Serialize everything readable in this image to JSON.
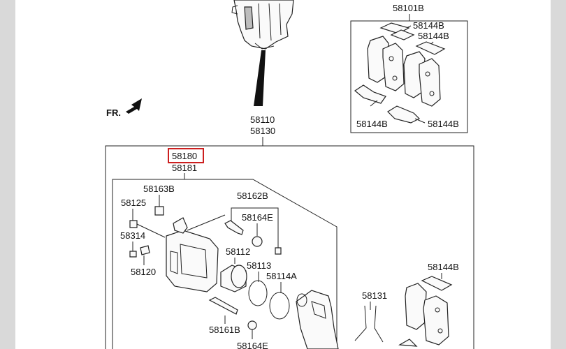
{
  "diagram": {
    "highlight_color": "#cc1f1f",
    "direction_label": "FR.",
    "labels": {
      "pad_kit": "58101B",
      "clip_a": "58144B",
      "clip_b": "58144B",
      "clip_c": "58144B",
      "clip_d": "58144B",
      "clip_e": "58144B",
      "caliper_lh": "58110",
      "caliper_rh": "58130",
      "caliper_assy": "58180",
      "caliper_assy_2": "58181",
      "bleeder_cap": "58163B",
      "bleeder_screw": "58125",
      "guide_bolt_upper": "58162B",
      "boot_upper": "58164E",
      "bolt_314": "58314",
      "piston": "58112",
      "seal_piston": "58113",
      "boot_piston": "58114A",
      "bolt_120": "58120",
      "spring": "58131",
      "guide_bolt_lower": "58161B",
      "boot_lower": "58164E"
    }
  }
}
